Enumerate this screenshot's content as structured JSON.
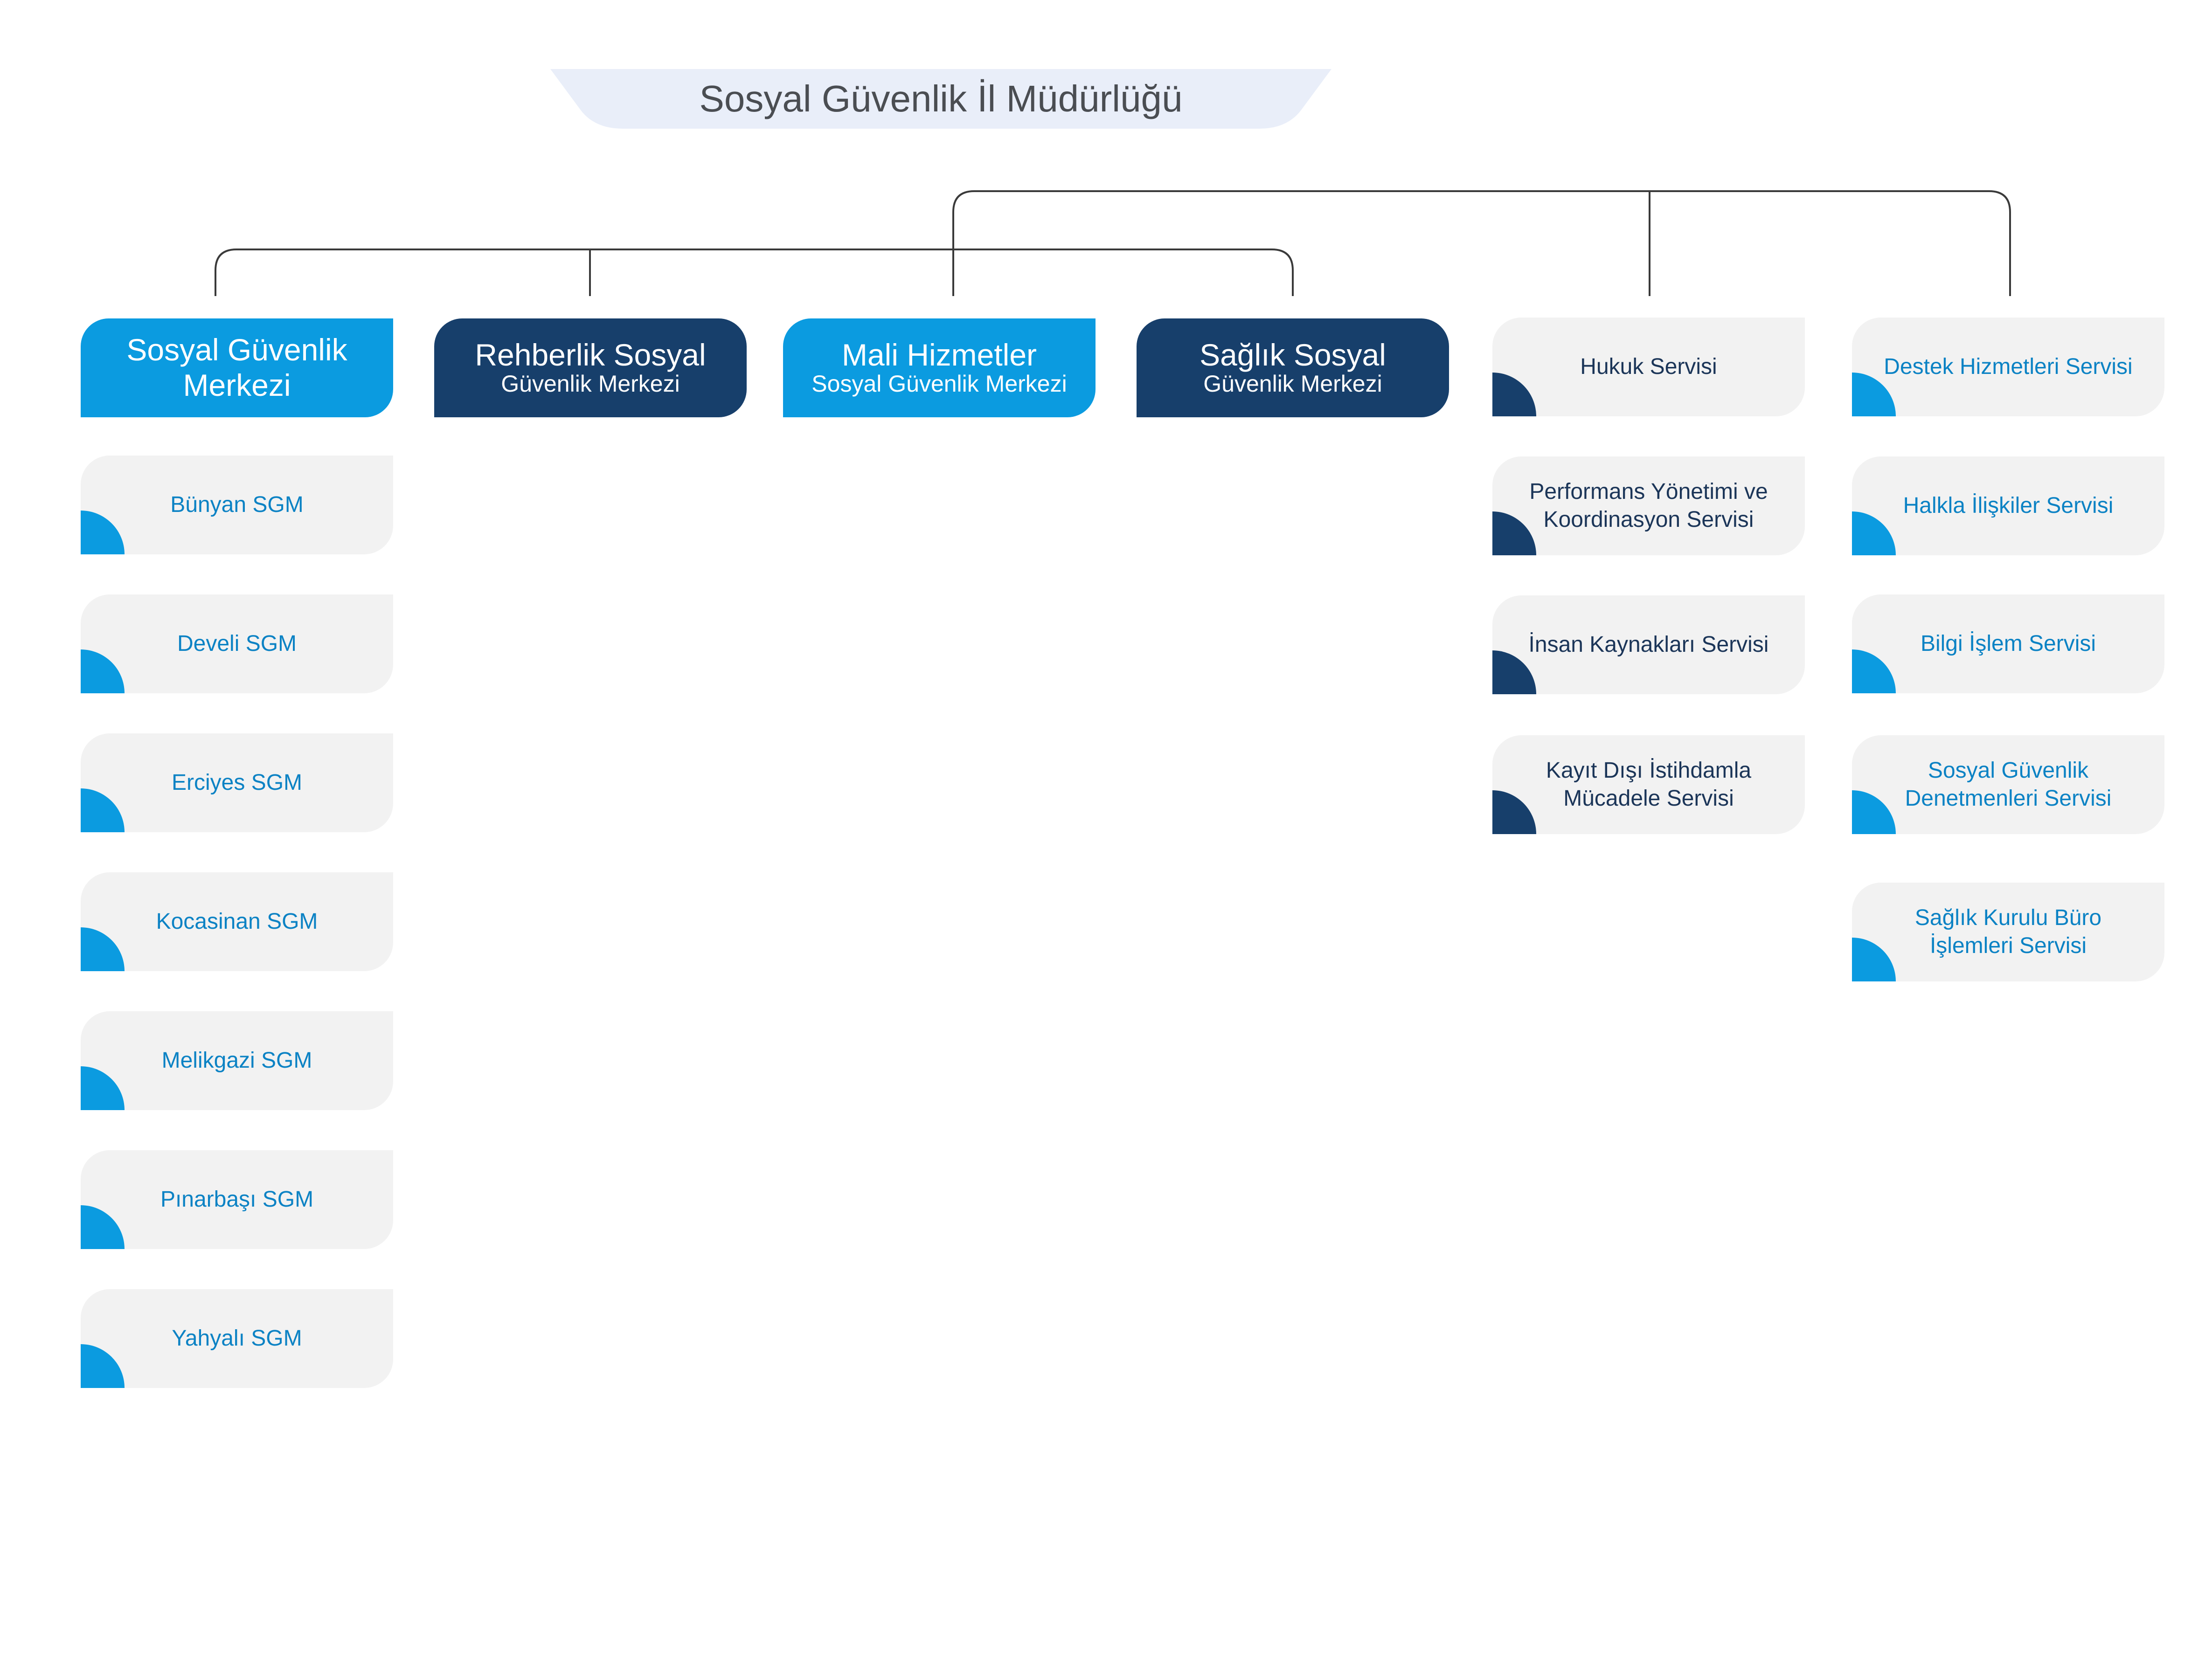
{
  "title": "Sosyal Güvenlik İl Müdürlüğü",
  "colors": {
    "banner": "#e9eef9",
    "light_blue": "#0b9be0",
    "dark_blue": "#173f6b",
    "card_bg": "#f2f2f2",
    "blue_text": "#0b82c4",
    "navy_text": "#1b3558",
    "connector": "#3a3a3a"
  },
  "centers": [
    {
      "line1": "Sosyal Güvenlik",
      "line2": "Merkezi",
      "style": "light"
    },
    {
      "line1": "Rehberlik Sosyal",
      "line2": "Güvenlik Merkezi",
      "style": "dark"
    },
    {
      "line1": "Mali Hizmetler",
      "line2": "Sosyal Güvenlik Merkezi",
      "style": "light"
    },
    {
      "line1": "Sağlık Sosyal",
      "line2": "Güvenlik Merkezi",
      "style": "dark"
    }
  ],
  "sgm_units": [
    "Bünyan SGM",
    "Develi SGM",
    "Erciyes SGM",
    "Kocasinan SGM",
    "Melikgazi SGM",
    "Pınarbaşı SGM",
    "Yahyalı SGM"
  ],
  "services_left": [
    "Hukuk Servisi",
    "Performans Yönetimi ve Koordinasyon Servisi",
    "İnsan Kaynakları Servisi",
    "Kayıt Dışı İstihdamla Mücadele Servisi"
  ],
  "services_right": [
    "Destek Hizmetleri Servisi",
    "Halkla İlişkiler Servisi",
    "Bilgi İşlem Servisi",
    "Sosyal Güvenlik Denetmenleri Servisi",
    "Sağlık Kurulu Büro İşlemleri Servisi"
  ]
}
